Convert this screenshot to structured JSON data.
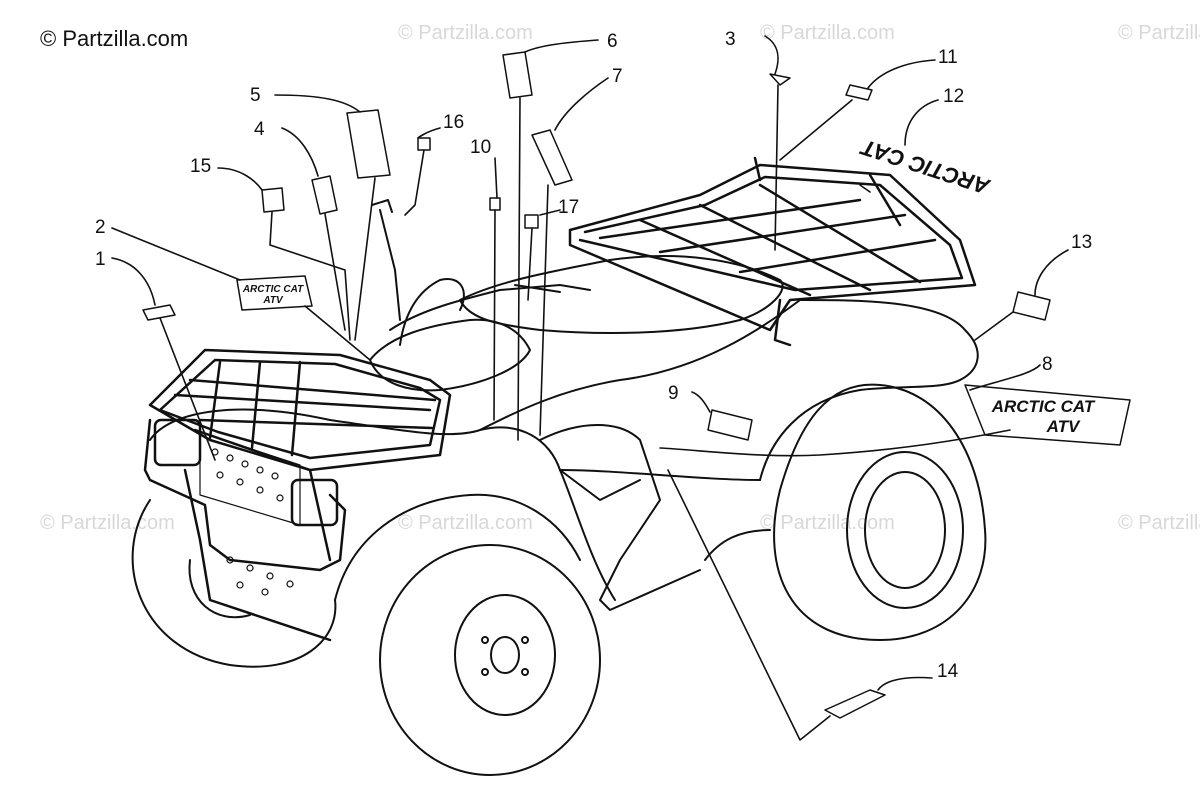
{
  "copyright": "© Partzilla.com",
  "watermark": "© Partzilla.com",
  "callouts": [
    "1",
    "2",
    "3",
    "4",
    "5",
    "6",
    "7",
    "8",
    "9",
    "10",
    "11",
    "12",
    "13",
    "14",
    "15",
    "16",
    "17"
  ],
  "decals": {
    "front_line1": "ARCTIC CAT",
    "front_line2": "ATV",
    "side_line1": "ARCTIC CAT",
    "side_line2": "ATV",
    "rear_logo": "ARCTIC CAT"
  },
  "colors": {
    "line": "#111111",
    "watermark": "#d8d8d8"
  }
}
